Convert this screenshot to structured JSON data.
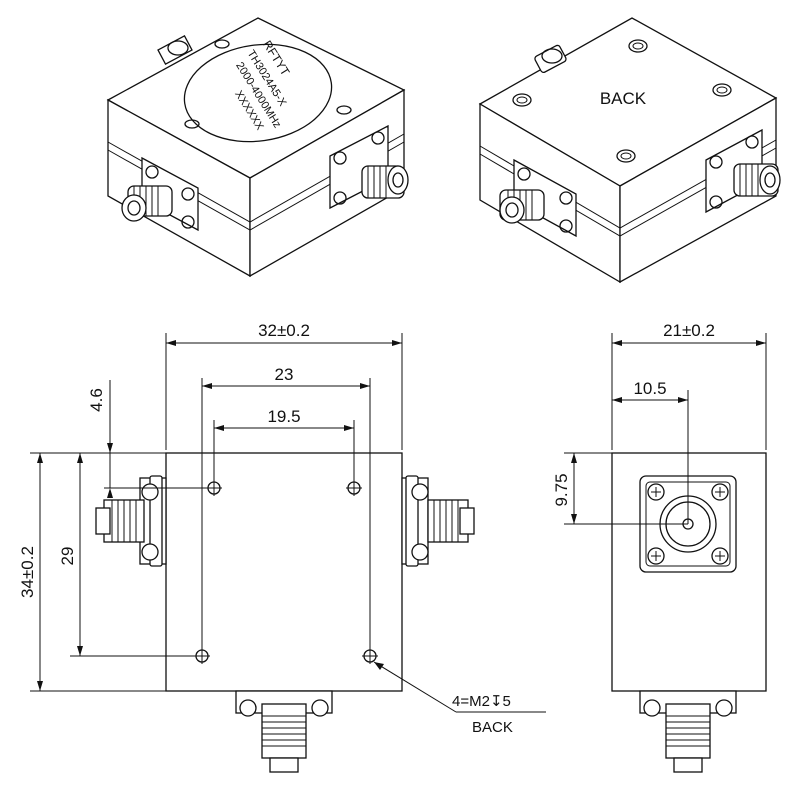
{
  "label": {
    "brand": "RFTYT",
    "model": "TH3024A5-X",
    "freq": "2000-4000MHz",
    "serial": "XXXXXX"
  },
  "back_view_label": "BACK",
  "dimensions": {
    "width": "32±0.2",
    "hole_span_outer": "23",
    "hole_span_inner": "19.5",
    "top_offset": "4.6",
    "height": "34±0.2",
    "hole_span_vertical": "29",
    "depth": "21±0.2",
    "connector_center_x": "10.5",
    "connector_center_y": "9.75"
  },
  "callout": {
    "thread": "4=M2",
    "depth_symbol": "↧",
    "depth": "5",
    "side": "BACK"
  }
}
